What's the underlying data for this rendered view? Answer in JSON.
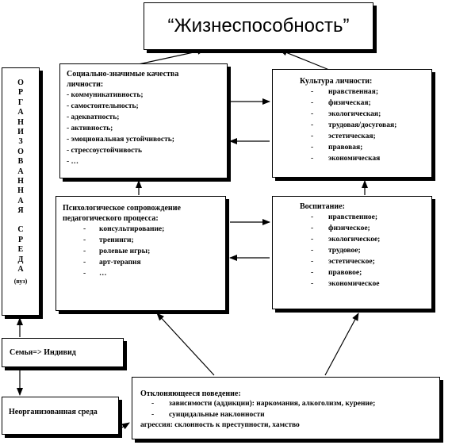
{
  "title": "“Жизнеспособность”",
  "social_qualities": {
    "heading_line1": "Социально-значимые качества",
    "heading_line2": "личности:",
    "items": [
      "коммуникативность;",
      "самостоятельность;",
      "адекватность;",
      "активность;",
      "эмоциональная устойчивость;",
      "стрессоустойчивость",
      "…"
    ]
  },
  "personality_culture": {
    "heading": "Культура личности:",
    "items": [
      "нравственная;",
      "физическая;",
      "экологическая;",
      "трудовая/досуговая;",
      "эстетическая;",
      "правовая;",
      "экономическая"
    ]
  },
  "psych_support": {
    "heading_line1": "Психологическое сопровождение",
    "heading_line2": "педагогического процесса:",
    "items": [
      "консультирование;",
      "тренинги;",
      "ролевые игры;",
      "арт-терапия",
      "…"
    ]
  },
  "education": {
    "heading": "Воспитание:",
    "items": [
      "нравственное;",
      "физическое;",
      "экологическое;",
      "трудовое;",
      "эстетическое;",
      "правовое;",
      "экономическое"
    ]
  },
  "organized_env": {
    "letters": [
      "О",
      "Р",
      "Г",
      "А",
      "Н",
      "И",
      "З",
      "О",
      "В",
      "А",
      "Н",
      "Н",
      "А",
      "Я",
      "",
      "С",
      "Р",
      "Е",
      "Д",
      "А"
    ],
    "suffix": "(вуз)"
  },
  "family": {
    "label": "Семья=> Индивид"
  },
  "disorganized_env": {
    "label": "Неорганизованная среда"
  },
  "deviant": {
    "heading": "Отклоняющееся поведение:",
    "items": [
      "зависимости (аддикции): наркомания, алкоголизм, курение;",
      "суицидальные наклонности"
    ],
    "aggression": "агрессия: склонность к преступности, хамство"
  }
}
